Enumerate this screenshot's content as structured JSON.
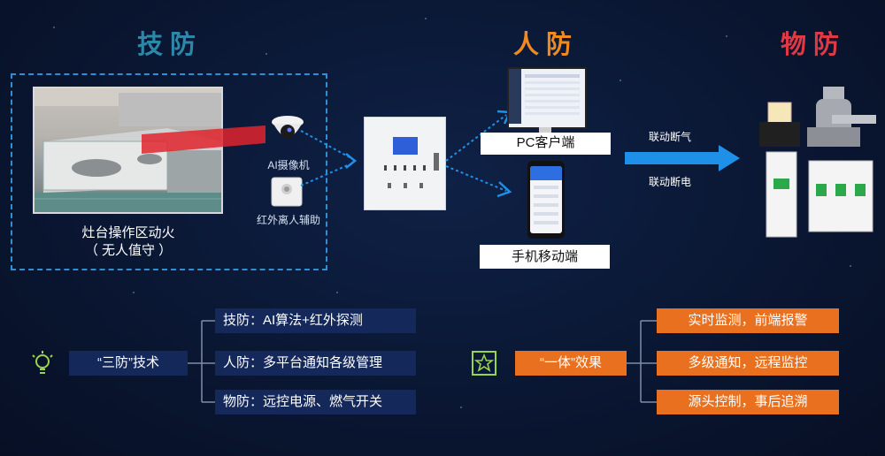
{
  "headings": {
    "tech": "技防",
    "people": "人防",
    "things": "物防"
  },
  "stove": {
    "line1": "灶台操作区动火",
    "line2": "（ 无人值守 ）"
  },
  "devices": {
    "camera": "AI摄像机",
    "infrared": "红外离人辅助"
  },
  "clients": {
    "pc": "PC客户端",
    "mobile": "手机移动端"
  },
  "actions": {
    "gas": "联动断气",
    "power": "联动断电"
  },
  "three_defense": {
    "title": "“三防”技术",
    "items": [
      "技防：AI算法+红外探测",
      "人防：多平台通知各级管理",
      "物防：远控电源、燃气开关"
    ]
  },
  "integrated": {
    "title": "“一体”效果",
    "items": [
      "实时监测，前端报警",
      "多级通知，远程监控",
      "源头控制，事后追溯"
    ]
  },
  "colors": {
    "tech": "#2d87a8",
    "people": "#f08a1f",
    "things": "#e23845",
    "accent_blue": "#1e90e8",
    "orange": "#e8701f",
    "navy": "#14285a"
  },
  "icons": [
    "lightbulb-icon",
    "star-badge-icon",
    "camera-icon",
    "infrared-sensor-icon",
    "control-panel-icon",
    "pc-monitor-icon",
    "smartphone-icon",
    "relay-icon",
    "gas-valve-icon",
    "circuit-breaker-icon"
  ]
}
